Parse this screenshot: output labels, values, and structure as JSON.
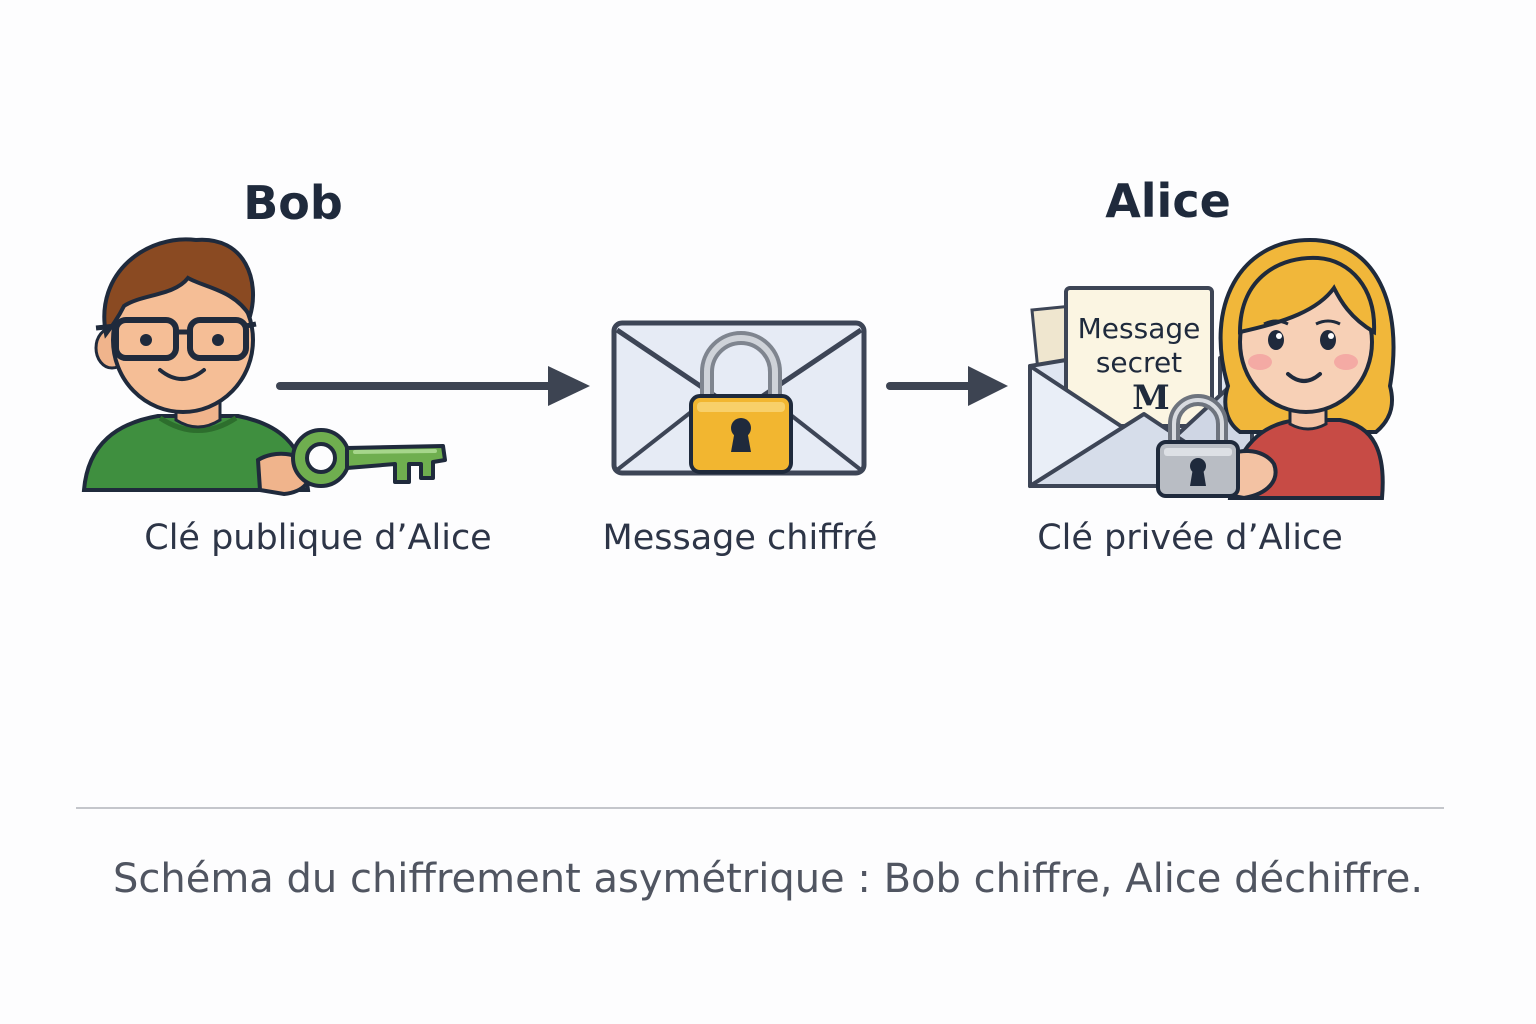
{
  "sender": {
    "name": "Bob",
    "key_label": "Clé publique d’Alice"
  },
  "channel": {
    "label": "Message chiffré"
  },
  "receiver": {
    "name": "Alice",
    "key_label": "Clé privée d’Alice"
  },
  "note": {
    "line1": "Message",
    "line2": "secret",
    "line3": "M"
  },
  "caption": "Schéma du chiffrement asymétrique : Bob chiffre, Alice déchiffre.",
  "colors": {
    "dark": "#1f2a3c",
    "key_green": "#6fae4f",
    "lock_gold": "#f2b630",
    "lock_steel": "#b9bdc4",
    "bob_shirt": "#3f8f3f",
    "alice_shirt": "#c74b45",
    "alice_hair": "#f1b73a",
    "bob_hair": "#8a4a22"
  },
  "icons": [
    "bob-avatar",
    "green-key-icon",
    "arrow-right-icon",
    "locked-envelope-icon",
    "alice-avatar",
    "open-envelope-icon",
    "padlock-icon"
  ]
}
